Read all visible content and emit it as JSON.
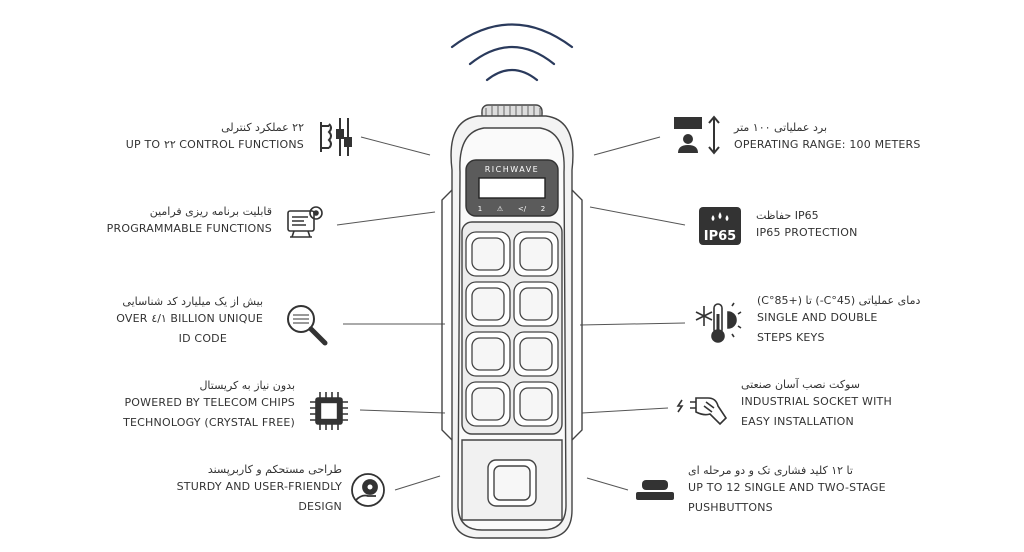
{
  "device": {
    "brand": "RICHWAVE",
    "led_labels": [
      "1",
      "⚠",
      "</",
      "2"
    ]
  },
  "features": {
    "control_functions": {
      "fa": "۲۲ عملکرد کنترلی",
      "en": "UP TO ۲۲ CONTROL FUNCTIONS",
      "icon": "control-functions-icon"
    },
    "programmable": {
      "fa": "قابلیت برنامه ریزی فرامین",
      "en": "PROGRAMMABLE FUNCTIONS",
      "icon": "programming-icon"
    },
    "id_code": {
      "fa": "بیش از یک میلیارد کد شناسایی",
      "en1": "OVER ٤/١ BILLION UNIQUE",
      "en2": "ID CODE",
      "icon": "magnifier-icon"
    },
    "telecom_chips": {
      "fa": "بدون نیاز به کریستال",
      "en1": "POWERED BY TELECOM CHIPS",
      "en2": "TECHNOLOGY (CRYSTAL FREE)",
      "icon": "chip-icon"
    },
    "sturdy": {
      "fa": "طراحی مستحکم و کاربرپسند",
      "en1": "STURDY AND USER-FRIENDLY",
      "en2": "DESIGN",
      "icon": "hand-gear-icon"
    },
    "range": {
      "fa": "برد عملیاتی ۱۰۰ متر",
      "en": "OPERATING RANGE: 100 METERS",
      "icon": "range-icon"
    },
    "ip65": {
      "fa": "IP65 حفاظت",
      "en": "IP65 PROTECTION",
      "icon": "ip65-icon",
      "badge": "IP65"
    },
    "temperature": {
      "fa": "دمای عملیاتی (45°C-) تا (+85°C)",
      "en1": "SINGLE AND DOUBLE",
      "en2": "STEPS KEYS",
      "icon": "temperature-icon"
    },
    "socket": {
      "fa": "سوکت نصب آسان صنعتی",
      "en1": "INDUSTRIAL SOCKET WITH",
      "en2": "EASY INSTALLATION",
      "icon": "plug-icon"
    },
    "pushbuttons": {
      "fa": "تا ۱۲ کلید فشاری تک و دو مرحله ای",
      "en1": "UP TO 12 SINGLE AND TWO-STAGE",
      "en2": "PUSHBUTTONS",
      "icon": "pushbutton-icon"
    }
  }
}
